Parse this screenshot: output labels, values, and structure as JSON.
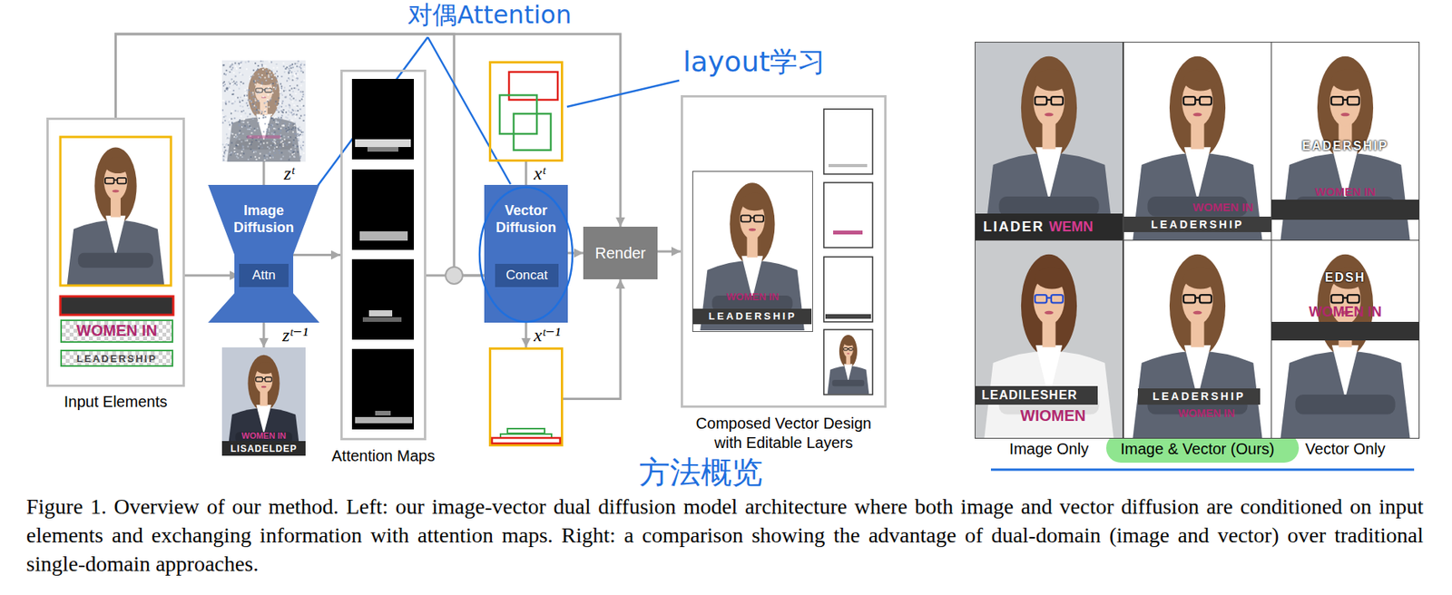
{
  "diagram": {
    "caption": "Figure 1. Overview of our method. Left: our image-vector dual diffusion model architecture where both image and vector diffusion are conditioned on input elements and exchanging information with attention maps. Right: a comparison showing the advantage of dual-domain (image and vector) over traditional single-domain approaches.",
    "nodes": [
      {
        "text": [
          "Input Elements"
        ]
      },
      {
        "text": [
          "WOMEN IN"
        ],
        "in": 0
      },
      {
        "text": [
          "LEADERSHIP"
        ],
        "in": 0
      },
      {
        "text": [
          "zᵗ"
        ]
      },
      {
        "text": [
          "Image Diffusion"
        ]
      },
      {
        "text": [
          "Attn"
        ],
        "in": 4
      },
      {
        "text": [
          "zᵗ⁻¹",
          "WOMEN IN",
          "LISADELDEP"
        ]
      },
      {
        "text": [
          "Attention Maps"
        ]
      },
      {
        "text": [
          "xᵗ"
        ]
      },
      {
        "text": [
          "Vector Diffusion"
        ]
      },
      {
        "text": [
          "Concat"
        ],
        "in": 9
      },
      {
        "text": [
          "xᵗ⁻¹"
        ]
      },
      {
        "text": [
          "Render"
        ]
      },
      {
        "text": [
          "Composed Vector Design with Editable Layers"
        ]
      },
      {
        "text": [
          "WOMEN IN",
          "LEADERSHIP"
        ],
        "in": 13
      },
      {
        "text": [
          "LIADER",
          "WEMN"
        ]
      },
      {
        "text": [
          "WOMEN IN",
          "LEADERSHIP"
        ]
      },
      {
        "text": [
          "EADERSHIP",
          "WOMEN IN"
        ]
      },
      {
        "text": [
          "LEADILESHER",
          "WIOMEN"
        ]
      },
      {
        "text": [
          "LEADERSHIP",
          "WOMEN IN"
        ]
      },
      {
        "text": [
          "EDSH",
          "WOMEN IN"
        ]
      }
    ],
    "edges": [
      {
        "from": 0,
        "to": 5,
        "arrow": "to"
      },
      {
        "from": 3,
        "to": 4,
        "arrow": "none"
      },
      {
        "from": 4,
        "to": 6,
        "arrow": "to"
      },
      {
        "from": 5,
        "to": 7,
        "arrow": "to"
      },
      {
        "from": 7,
        "to": 10,
        "arrow": "to"
      },
      {
        "from": 0,
        "to": 12,
        "arrow": "to"
      },
      {
        "from": 0,
        "to": 10,
        "arrow": "to"
      },
      {
        "from": 8,
        "to": 9,
        "arrow": "none"
      },
      {
        "from": 9,
        "to": 11,
        "arrow": "to"
      },
      {
        "from": 9,
        "to": 12,
        "arrow": "to"
      },
      {
        "from": 11,
        "to": 12,
        "arrow": "to"
      },
      {
        "from": 12,
        "to": 13,
        "arrow": "to"
      }
    ],
    "labels": [
      "Image Only",
      "Image & Vector (Ours)",
      "Vector Only",
      "对偶Attention",
      "layout学习",
      "方法概览"
    ]
  }
}
